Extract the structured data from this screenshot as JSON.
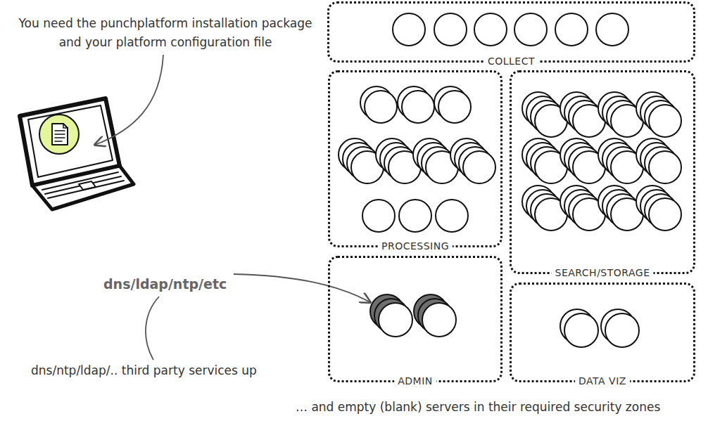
{
  "diagram": {
    "nodes": [
      {
        "text": [
          "COLLECT"
        ]
      },
      {
        "text": [
          "PROCESSING"
        ]
      },
      {
        "text": [
          "SEARCH/STORAGE"
        ]
      },
      {
        "text": [
          "ADMIN"
        ]
      },
      {
        "text": [
          "DATA VIZ"
        ]
      }
    ],
    "labels": [
      "You need the punchplatform installation package and your platform configuration file",
      "dns/ldap/ntp/etc",
      "dns/ntp/ldap/.. third party services up",
      "… and empty (blank) servers in their required security zones"
    ]
  }
}
